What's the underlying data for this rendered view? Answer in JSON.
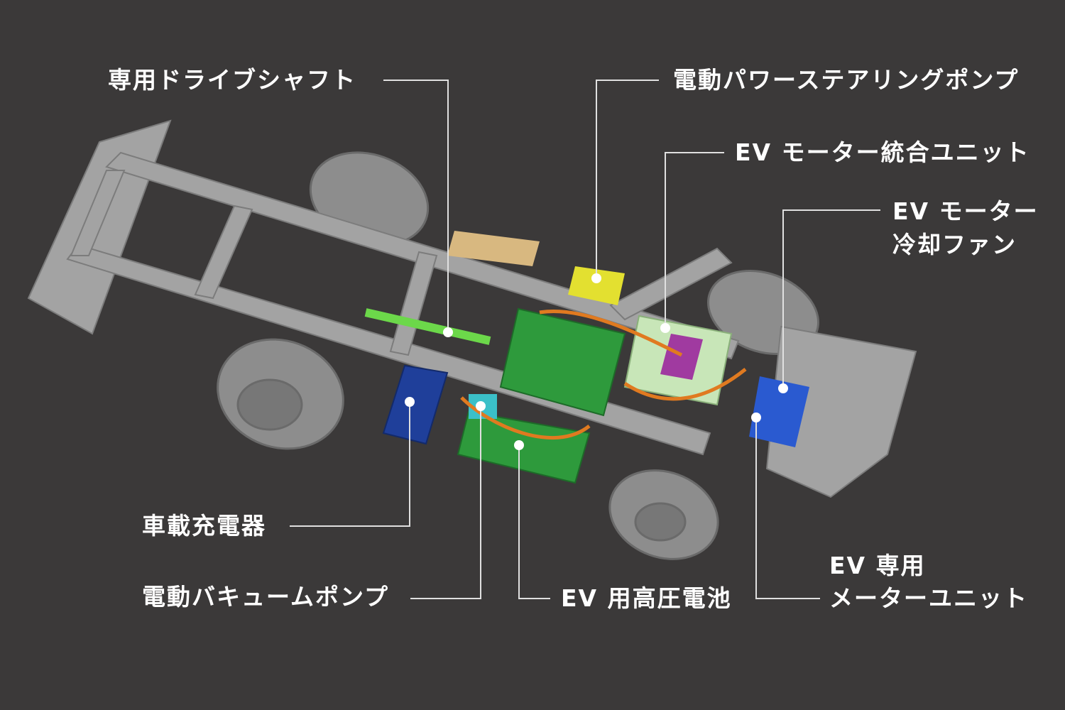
{
  "labels": {
    "drive_shaft": "専用ドライブシャフト",
    "power_steering_pump": "電動パワーステアリングポンプ",
    "motor_integrated_unit": "EV モーター統合ユニット",
    "motor_cooling_fan_line1": "EV モーター",
    "motor_cooling_fan_line2": "冷却ファン",
    "onboard_charger": "車載充電器",
    "vacuum_pump": "電動バキュームポンプ",
    "hv_battery": "EV 用高圧電池",
    "meter_unit_line1": "EV 専用",
    "meter_unit_line2": "メーターユニット"
  },
  "colors": {
    "background": "#3b3939",
    "frame": "#9a9a9a",
    "battery": "#2e9a3c",
    "charger": "#1f3f9a",
    "steering_pump": "#e3e030",
    "motor_unit": "#c8e6b8",
    "accent_orange": "#e07a20"
  }
}
